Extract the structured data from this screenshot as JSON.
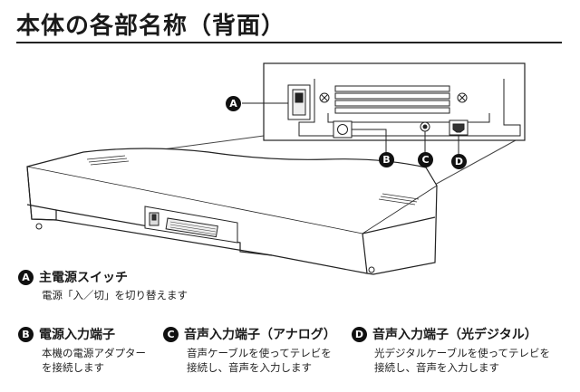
{
  "page": {
    "title": "本体の各部名称（背面）"
  },
  "labels": {
    "a": "A",
    "b": "B",
    "c": "C",
    "d": "D"
  },
  "items": [
    {
      "badge": "A",
      "heading": "主電源スイッチ",
      "desc": [
        "電源「入／切」を切り替えます"
      ]
    },
    {
      "badge": "B",
      "heading": "電源入力端子",
      "desc": [
        "本機の電源アダプター",
        "を接続します"
      ]
    },
    {
      "badge": "C",
      "heading": "音声入力端子（アナログ）",
      "desc": [
        "音声ケーブルを使ってテレビを",
        "接続し、音声を入力します"
      ]
    },
    {
      "badge": "D",
      "heading": "音声入力端子（光デジタル）",
      "desc": [
        "光デジタルケーブルを使ってテレビを",
        "接続し、音声を入力します"
      ]
    }
  ]
}
